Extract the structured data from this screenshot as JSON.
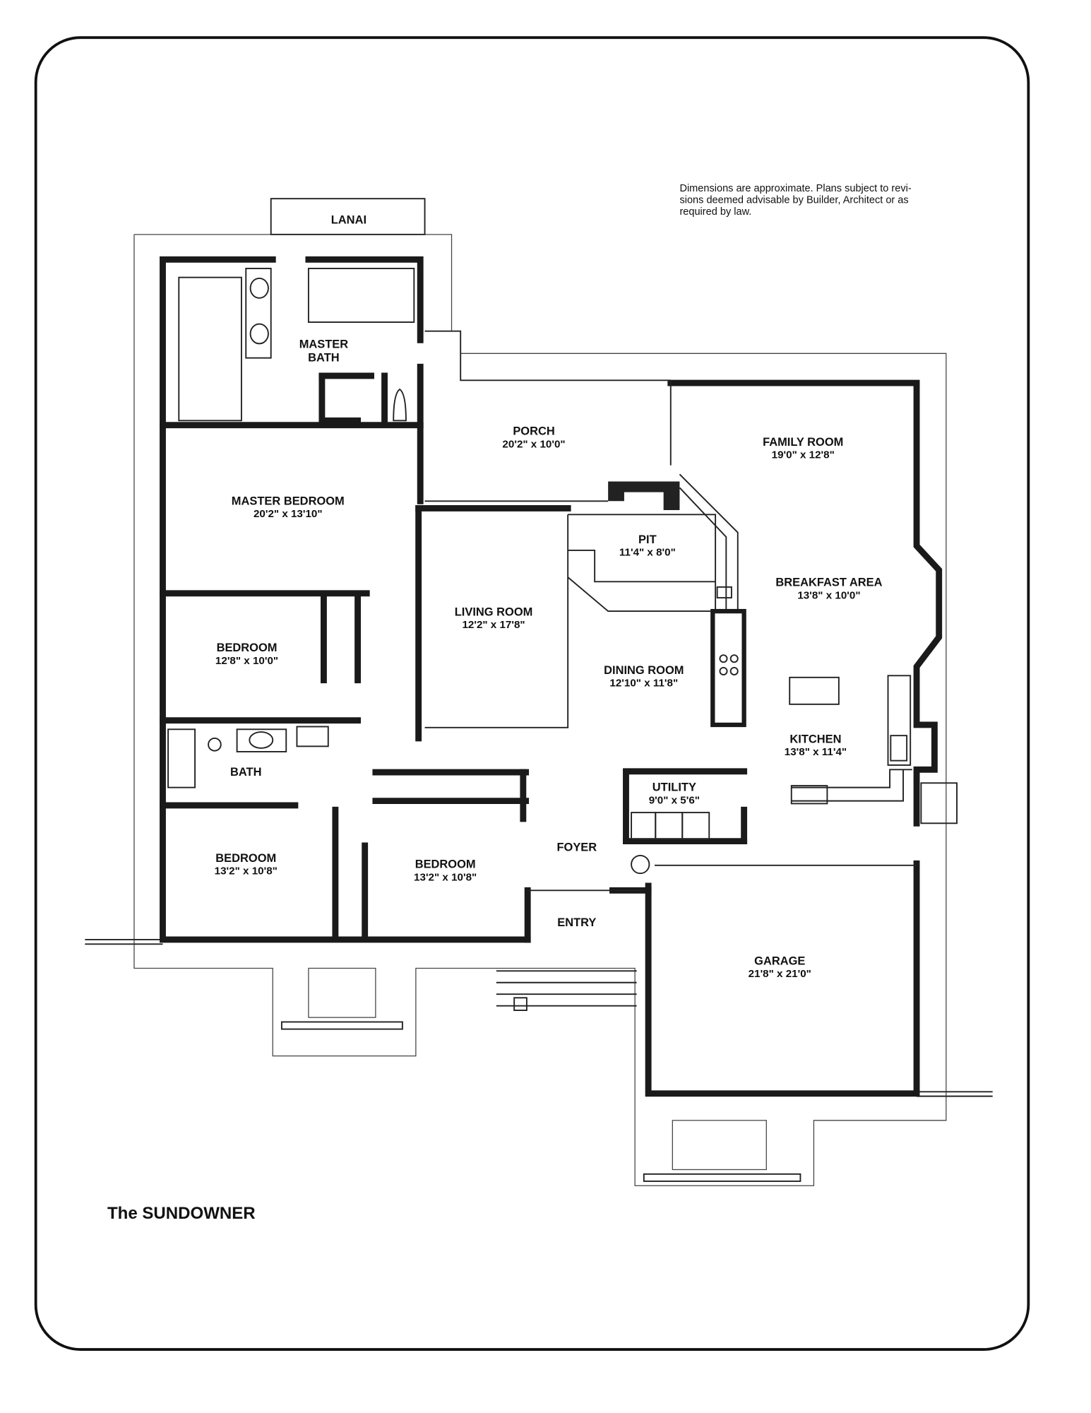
{
  "plan_name": "The SUNDOWNER",
  "disclaimer": [
    "Dimensions are approximate. Plans subject to revi-",
    "sions deemed advisable by Builder, Architect or as",
    "required by law."
  ],
  "rooms": {
    "lanai": {
      "name": "LANAI"
    },
    "master_bath": {
      "name": [
        "MASTER",
        "BATH"
      ]
    },
    "porch": {
      "name": "PORCH",
      "size": "20'2\" x 10'0\""
    },
    "family_room": {
      "name": "FAMILY ROOM",
      "size": "19'0\" x 12'8\""
    },
    "master_bedroom": {
      "name": "MASTER BEDROOM",
      "size": "20'2\" x 13'10\""
    },
    "pit": {
      "name": "PIT",
      "size": "11'4\" x 8'0\""
    },
    "breakfast_area": {
      "name": "BREAKFAST AREA",
      "size": "13'8\" x 10'0\""
    },
    "living_room": {
      "name": "LIVING ROOM",
      "size": "12'2\" x 17'8\""
    },
    "bedroom_2": {
      "name": "BEDROOM",
      "size": "12'8\" x 10'0\""
    },
    "dining_room": {
      "name": "DINING ROOM",
      "size": "12'10\" x 11'8\""
    },
    "kitchen": {
      "name": "KITCHEN",
      "size": "13'8\" x 11'4\""
    },
    "bath": {
      "name": "BATH"
    },
    "utility": {
      "name": "UTILITY",
      "size": "9'0\" x 5'6\""
    },
    "foyer": {
      "name": "FOYER"
    },
    "bedroom_3": {
      "name": "BEDROOM",
      "size": "13'2\" x 10'8\""
    },
    "bedroom_4": {
      "name": "BEDROOM",
      "size": "13'2\" x 10'8\""
    },
    "entry": {
      "name": "ENTRY"
    },
    "garage": {
      "name": "GARAGE",
      "size": "21'8\" x 21'0\""
    }
  }
}
